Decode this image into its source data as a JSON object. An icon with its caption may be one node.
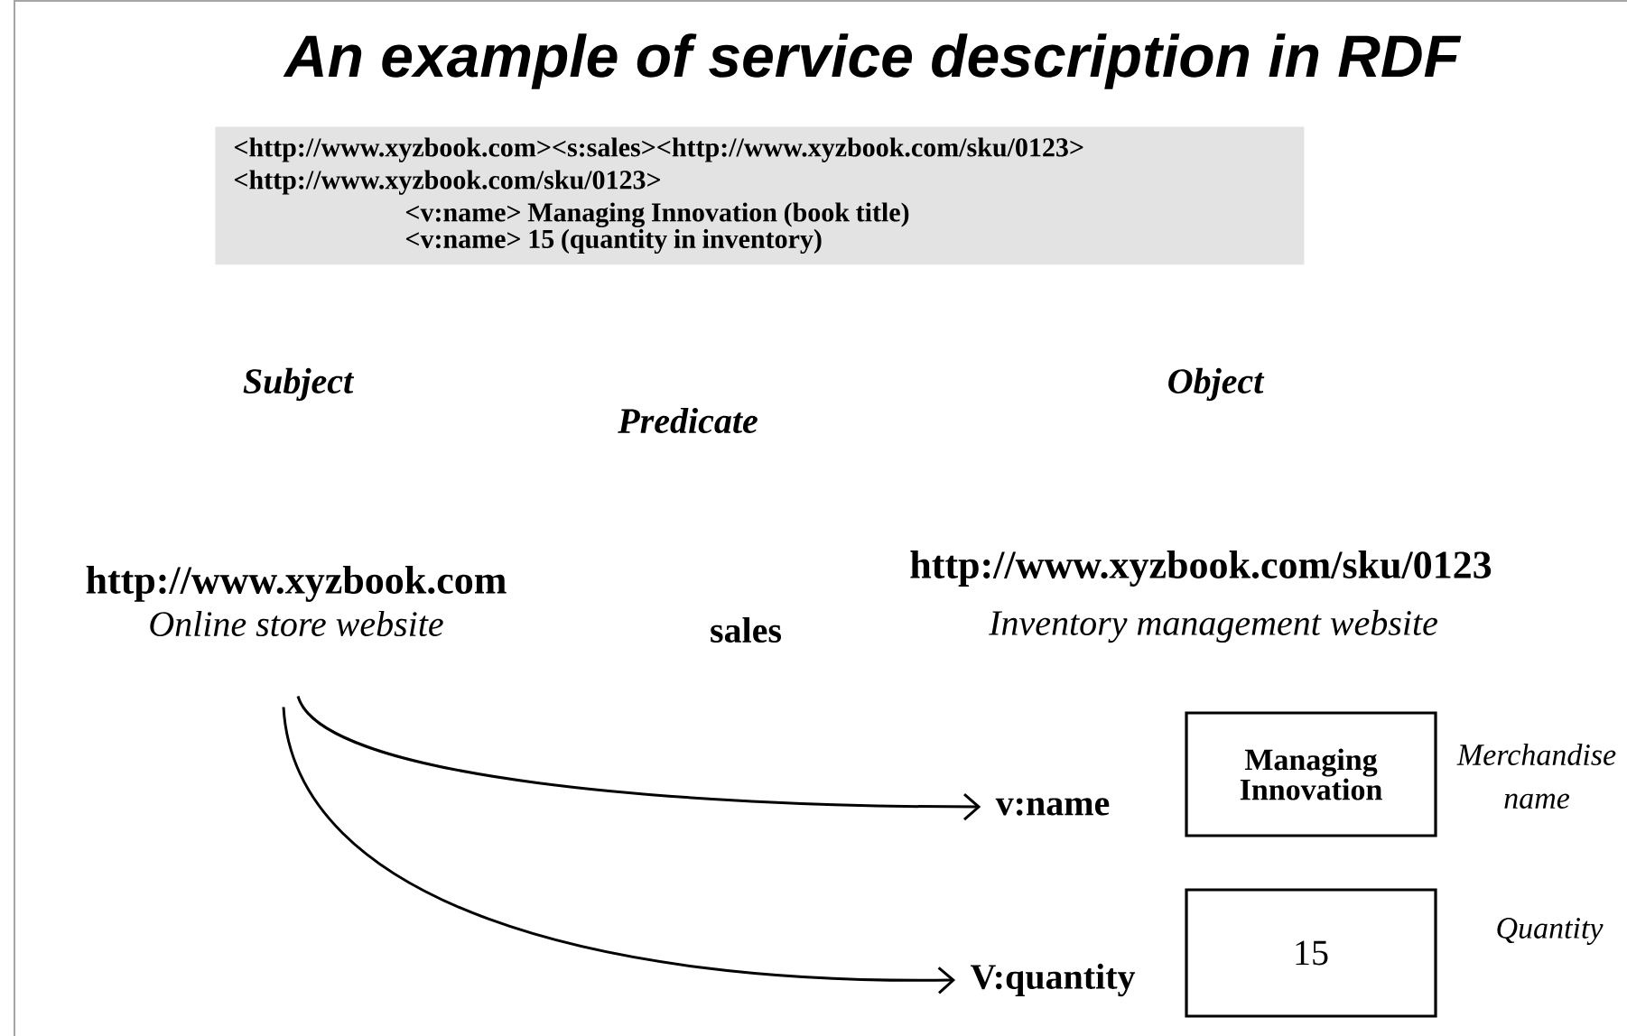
{
  "diagram": {
    "title": "An example of service description in RDF",
    "nodes": [
      {
        "text": [
          "<http://www.xyzbook.com><s:sales><http://www.xyzbook.com/sku/0123>",
          "<http://www.xyzbook.com/sku/0123>",
          "<v:name> Managing Innovation (book title)",
          "<v:name> 15 (quantity in inventory)"
        ]
      },
      {
        "text": [
          "http://www.xyzbook.com",
          "Online store website"
        ]
      },
      {
        "text": [
          "v:name"
        ]
      },
      {
        "text": [
          "Managing Innovation"
        ],
        "beside": [
          "Merchandise name"
        ]
      },
      {
        "text": [
          "V:quantity"
        ]
      },
      {
        "text": [
          "15"
        ],
        "beside": [
          "Quantity"
        ]
      }
    ],
    "edges": [
      {
        "from": 1,
        "to": 2,
        "arrow": "to"
      },
      {
        "from": 1,
        "to": 4,
        "arrow": "to"
      }
    ],
    "labels": [
      "Subject",
      "Object",
      "Predicate",
      "http://www.xyzbook.com/sku/0123",
      "sales",
      "Inventory management website"
    ]
  }
}
